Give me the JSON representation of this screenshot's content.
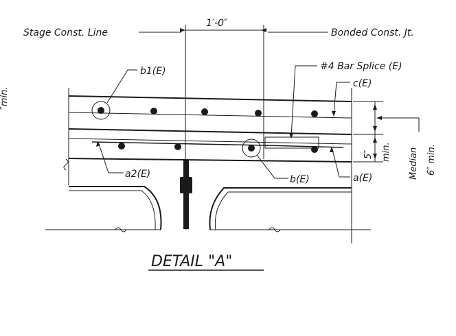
{
  "labels": {
    "stage_line": "Stage Const. Line",
    "dim_top": "1′-0″",
    "bonded_jt": "Bonded Const. Jt.",
    "bar_splice": "#4 Bar Splice (E)",
    "b1": "b1(E)",
    "c": "c(E)",
    "a2": "a2(E)",
    "b": "b(E)",
    "a": "a(E)",
    "dim_5_a": "5″",
    "dim_5_b": "min.",
    "median_a": "Median",
    "median_b": "6″ min.",
    "left_cut": "″min.",
    "title": "DETAIL \"A\""
  }
}
